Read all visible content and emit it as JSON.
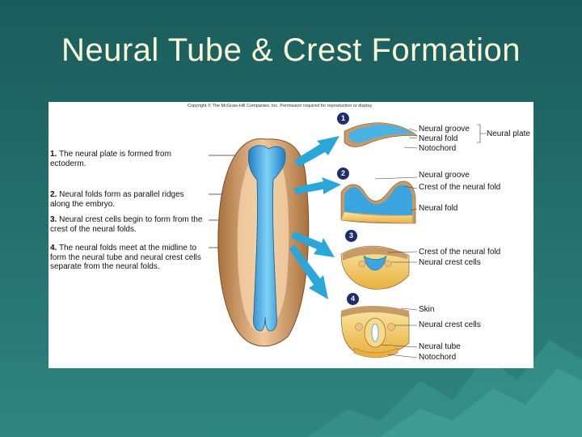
{
  "slide": {
    "title": "Neural Tube & Crest Formation"
  },
  "figure": {
    "copyright": "Copyright © The McGraw-Hill Companies, Inc. Permission required for reproduction or display",
    "steps": [
      {
        "number": "1.",
        "text": "The neural plate is formed from ectoderm."
      },
      {
        "number": "2.",
        "text": "Neural folds form as parallel ridges along the embryo."
      },
      {
        "number": "3.",
        "text": "Neural crest cells begin to form from the crest of the neural folds."
      },
      {
        "number": "4.",
        "text": "The neural folds meet at the midline to form the neural tube and neural crest cells separate from the neural folds."
      }
    ],
    "stage_badges": [
      "1",
      "2",
      "3",
      "4"
    ],
    "labels": {
      "s1_groove": "Neural groove",
      "s1_fold": "Neural fold",
      "s1_notochord": "Notochord",
      "s1_plate": "Neural plate",
      "s2_groove": "Neural groove",
      "s2_crest": "Crest of the neural fold",
      "s2_fold": "Neural fold",
      "s3_crest": "Crest of the neural fold",
      "s3_cells": "Neural crest cells",
      "s4_skin": "Skin",
      "s4_cells": "Neural crest cells",
      "s4_tube": "Neural tube",
      "s4_notochord": "Notochord"
    },
    "colors": {
      "neural_tissue": "#2a9ad6",
      "ectoderm": "#c89a66",
      "arrow": "#2aa6d8",
      "badge": "#1f2d6e",
      "notochord": "#f0c840"
    }
  }
}
